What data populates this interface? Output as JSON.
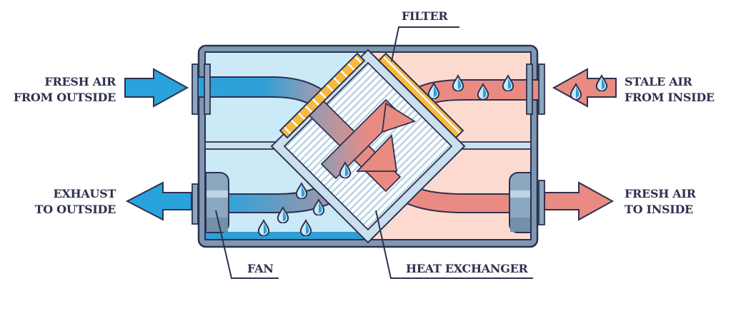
{
  "diagram": {
    "title": "Heat recovery ventilation unit",
    "colors": {
      "outline": "#2d3150",
      "cold_air": "#29a3dc",
      "warm_air": "#e98b83",
      "cold_chamber": "#cbe9f6",
      "warm_chamber": "#fddad0",
      "casing": "#7d98b0",
      "filter": "#f7b940",
      "droplet": "#5ab9e6"
    },
    "labels": {
      "fresh_air_outside": [
        "FRESH AIR",
        "FROM OUTSIDE"
      ],
      "exhaust_outside": [
        "EXHAUST",
        "TO OUTSIDE"
      ],
      "stale_air_inside": [
        "STALE AIR",
        "FROM INSIDE"
      ],
      "fresh_air_inside": [
        "FRESH AIR",
        "TO INSIDE"
      ],
      "filter": "FILTER",
      "fan": "FAN",
      "heat_exchanger": "HEAT EXCHANGER"
    }
  }
}
